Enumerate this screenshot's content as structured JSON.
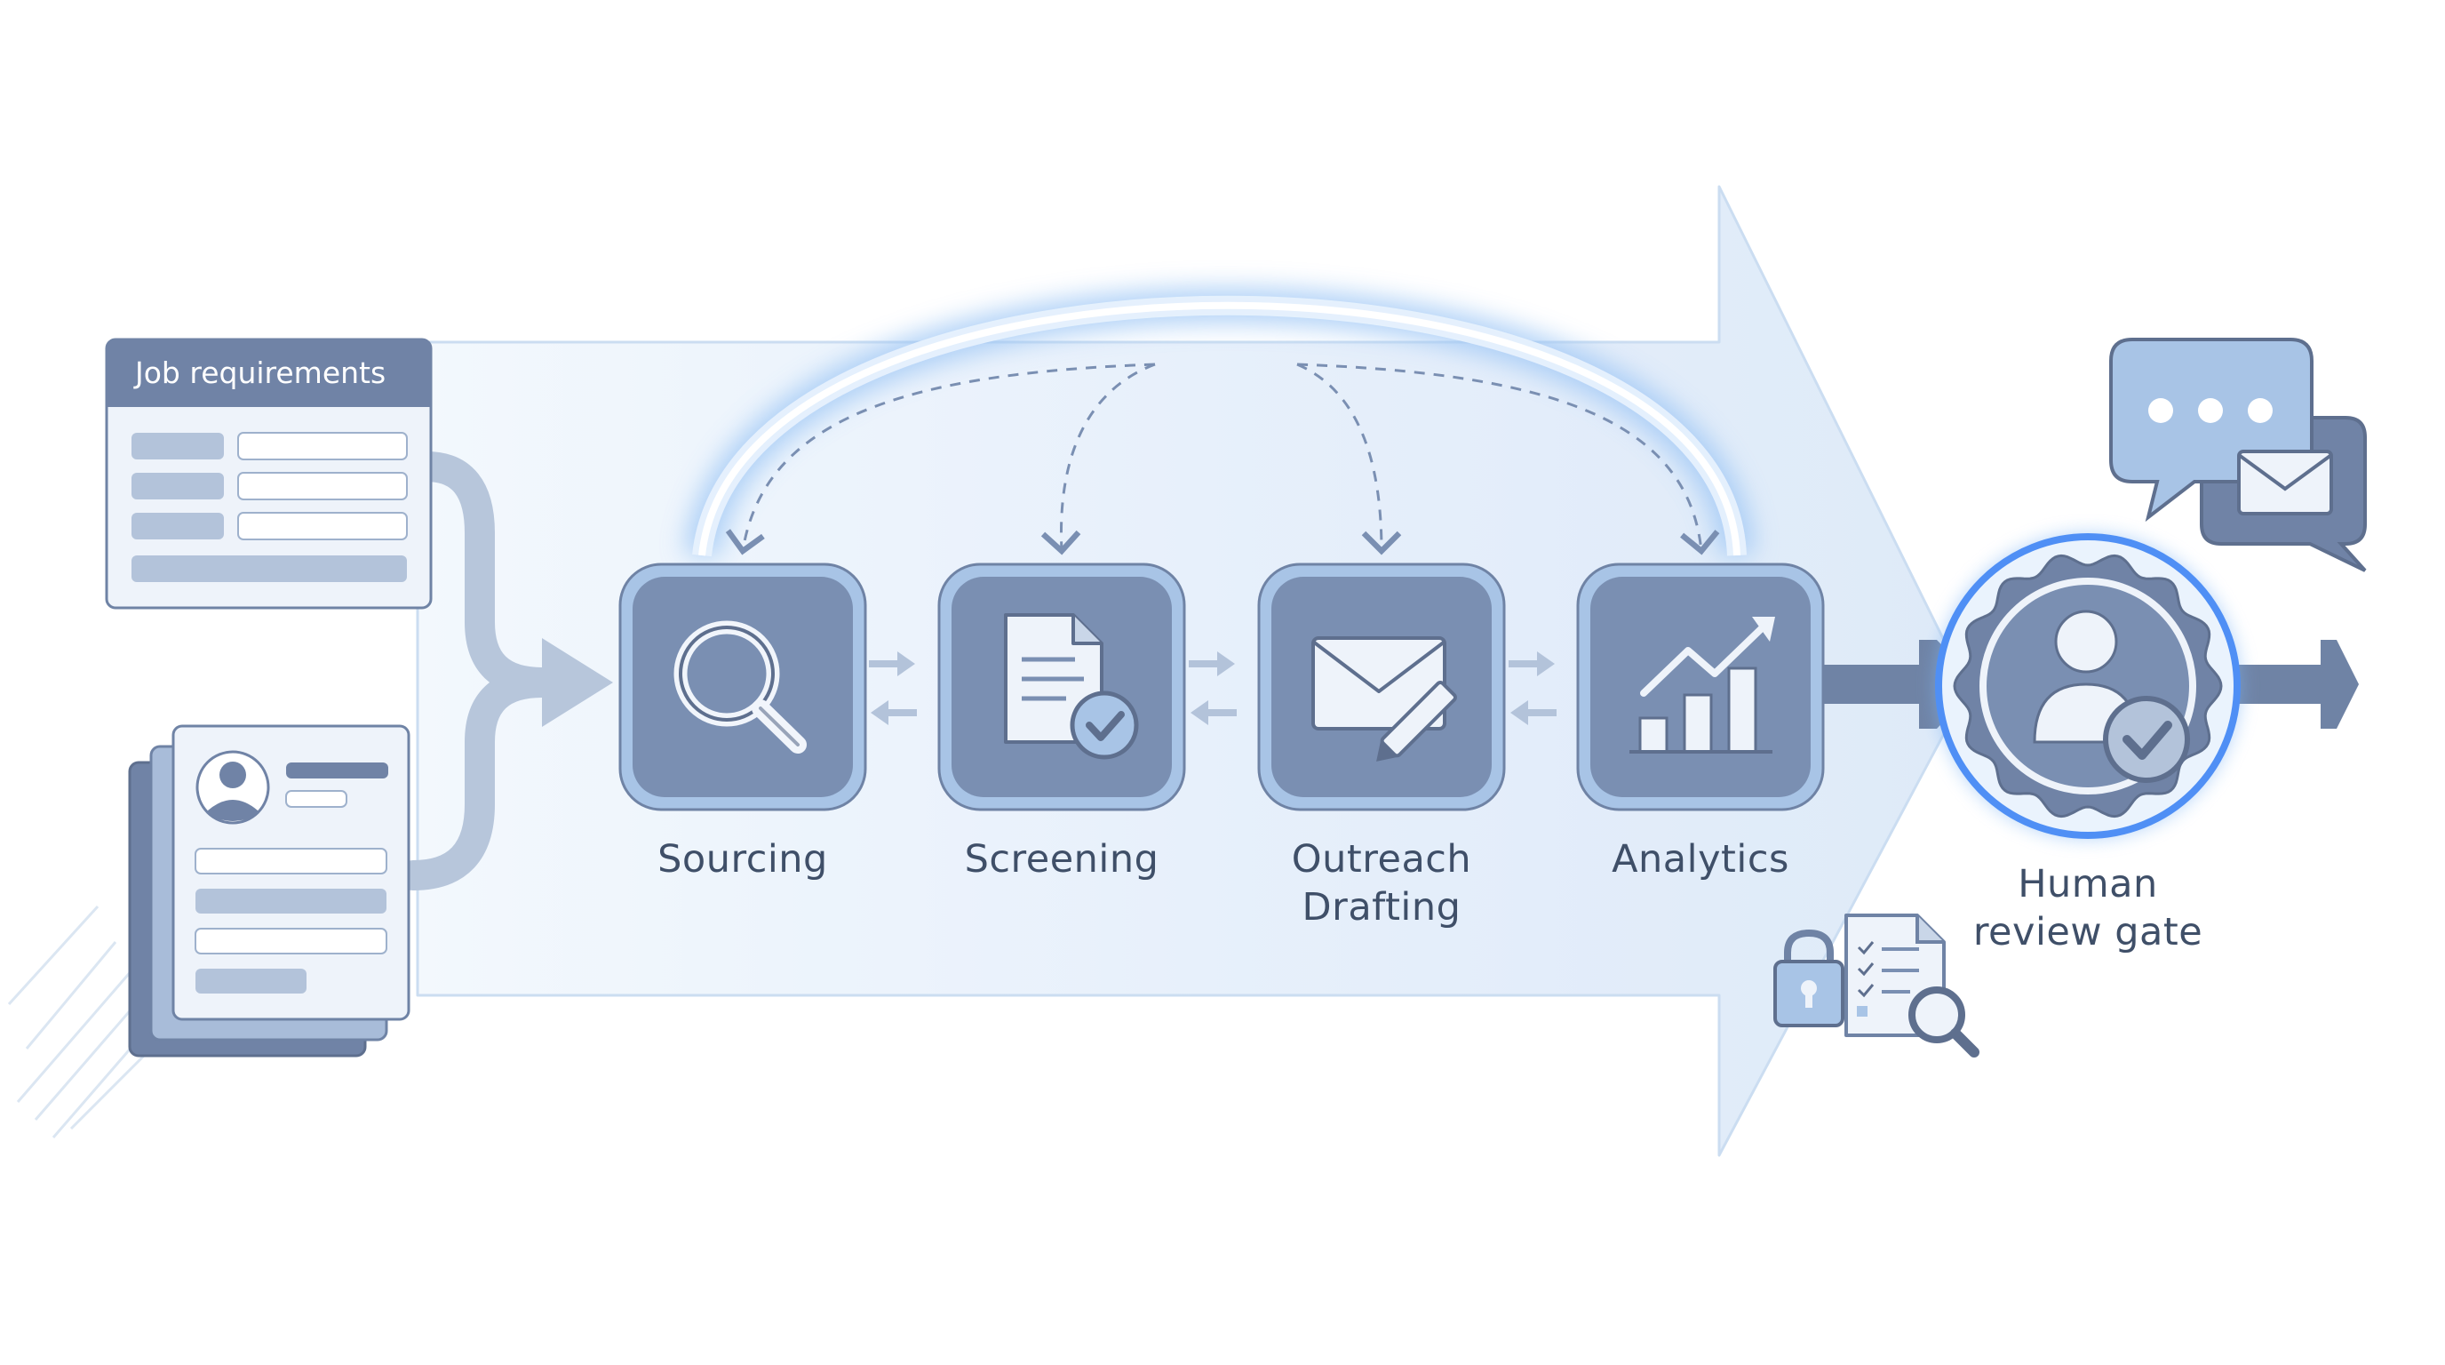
{
  "inputs": {
    "job_requirements": {
      "title": "Job requirements"
    },
    "candidate_profiles": {}
  },
  "stages": [
    {
      "id": "sourcing",
      "label_lines": [
        "Sourcing"
      ],
      "icon": "magnifier-icon"
    },
    {
      "id": "screening",
      "label_lines": [
        "Screening"
      ],
      "icon": "document-check-icon"
    },
    {
      "id": "outreach",
      "label_lines": [
        "Outreach",
        "Drafting"
      ],
      "icon": "envelope-pencil-icon"
    },
    {
      "id": "analytics",
      "label_lines": [
        "Analytics"
      ],
      "icon": "bar-chart-trend-icon"
    }
  ],
  "gate": {
    "label_lines": [
      "Human",
      "review gate"
    ],
    "icon": "user-check-badge-icon"
  },
  "side_icons": [
    "chat-bubbles-icon",
    "envelope-icon",
    "padlock-icon",
    "checklist-document-icon",
    "magnifier-icon"
  ],
  "colors": {
    "tile_fill": "#7a8fb2",
    "tile_border": "#a8c4e6",
    "accent_blue": "#4f8ff5",
    "label_text": "#3f4f68",
    "arrow_band": "#eaf3fc",
    "dark_slate": "#5e6f8e"
  }
}
